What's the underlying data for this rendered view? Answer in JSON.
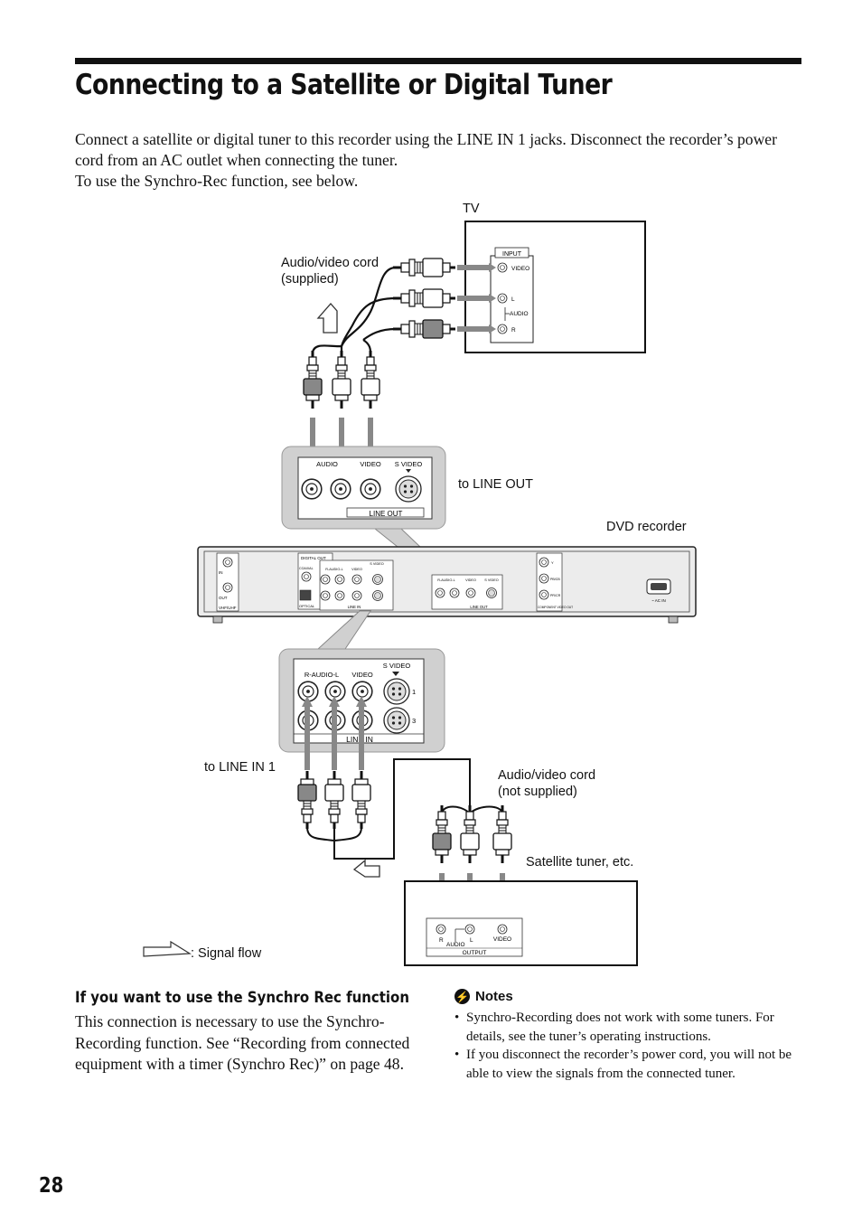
{
  "page": {
    "title": "Connecting to a Satellite or Digital Tuner",
    "intro": [
      "Connect a satellite or digital tuner to this recorder using the LINE IN 1 jacks. Disconnect the recorder’s power cord from an AC outlet when connecting the tuner.",
      "To use the Synchro-Rec function, see below."
    ],
    "page_number": "28"
  },
  "diagram": {
    "labels": {
      "tv": "TV",
      "cord_supplied_1": "Audio/video cord",
      "cord_supplied_2": "(supplied)",
      "to_line_out": "to LINE OUT",
      "dvd_recorder": "DVD recorder",
      "to_line_in_1": "to LINE IN 1",
      "cord_not_supplied_1": "Audio/video cord",
      "cord_not_supplied_2": "(not supplied)",
      "satellite_tuner": "Satellite tuner, etc.",
      "signal_flow": ": Signal flow"
    },
    "tv_panel": {
      "input": "INPUT",
      "video": "VIDEO",
      "l": "L",
      "audio": "AUDIO",
      "r": "R"
    },
    "line_out_zoom": {
      "audio": "AUDIO",
      "video": "VIDEO",
      "s_video": "S VIDEO",
      "line_out": "LINE OUT"
    },
    "line_in_zoom": {
      "r_audio_l": "R-AUDIO-L",
      "video": "VIDEO",
      "s_video": "S VIDEO",
      "num_1": "1",
      "num_3": "3",
      "line_in": "LINE IN"
    },
    "recorder_panel": {
      "in": "IN",
      "out": "OUT",
      "vhf_uhf": "VHF/UHF",
      "digital_out": "DIGITAL OUT",
      "coaxial": "COAXIAL",
      "optical": "OPTICAL",
      "r_audio_l": "R-AUDIO-L",
      "video": "VIDEO",
      "s_video": "S VIDEO",
      "line_in": "LINE IN",
      "line_out": "LINE OUT",
      "y": "Y",
      "pb_cb": "PB/CB",
      "pr_cr": "PR/CR",
      "component_video_out": "COMPONENT VIDEO OUT",
      "ac_in": "~ AC IN"
    },
    "tuner_panel": {
      "r": "R",
      "l": "L",
      "audio": "AUDIO",
      "video": "VIDEO",
      "output": "OUTPUT"
    }
  },
  "synchro": {
    "heading": "If you want to use the Synchro Rec function",
    "text": "This connection is necessary to use the Synchro-Recording function. See “Recording from connected equipment with a timer (Synchro Rec)” on page 48."
  },
  "notes": {
    "heading": "Notes",
    "items": [
      "Synchro-Recording does not work with some tuners. For details, see the tuner’s operating instructions.",
      "If you disconnect the recorder’s power cord, you will not be able to view the signals from the connected tuner."
    ]
  }
}
